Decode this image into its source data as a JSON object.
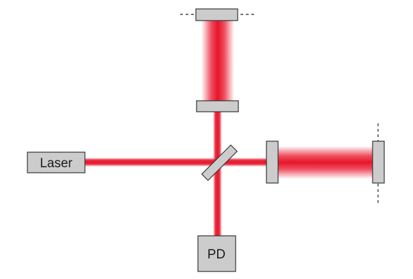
{
  "diagram": {
    "laser_label": "Laser",
    "detector_label": "PD"
  },
  "colors": {
    "beam": "#e8142a",
    "component_fill": "#cccccc",
    "component_stroke": "#333333",
    "dashed_line": "#222222",
    "background": "#ffffff"
  },
  "components": [
    {
      "name": "laser",
      "type": "source"
    },
    {
      "name": "beam-splitter",
      "type": "beamsplitter"
    },
    {
      "name": "input-mirror-vertical-arm",
      "type": "mirror"
    },
    {
      "name": "end-mirror-vertical-arm",
      "type": "mirror",
      "movable": true
    },
    {
      "name": "input-mirror-horizontal-arm",
      "type": "mirror"
    },
    {
      "name": "end-mirror-horizontal-arm",
      "type": "mirror",
      "movable": true
    },
    {
      "name": "photodetector",
      "type": "detector"
    }
  ]
}
